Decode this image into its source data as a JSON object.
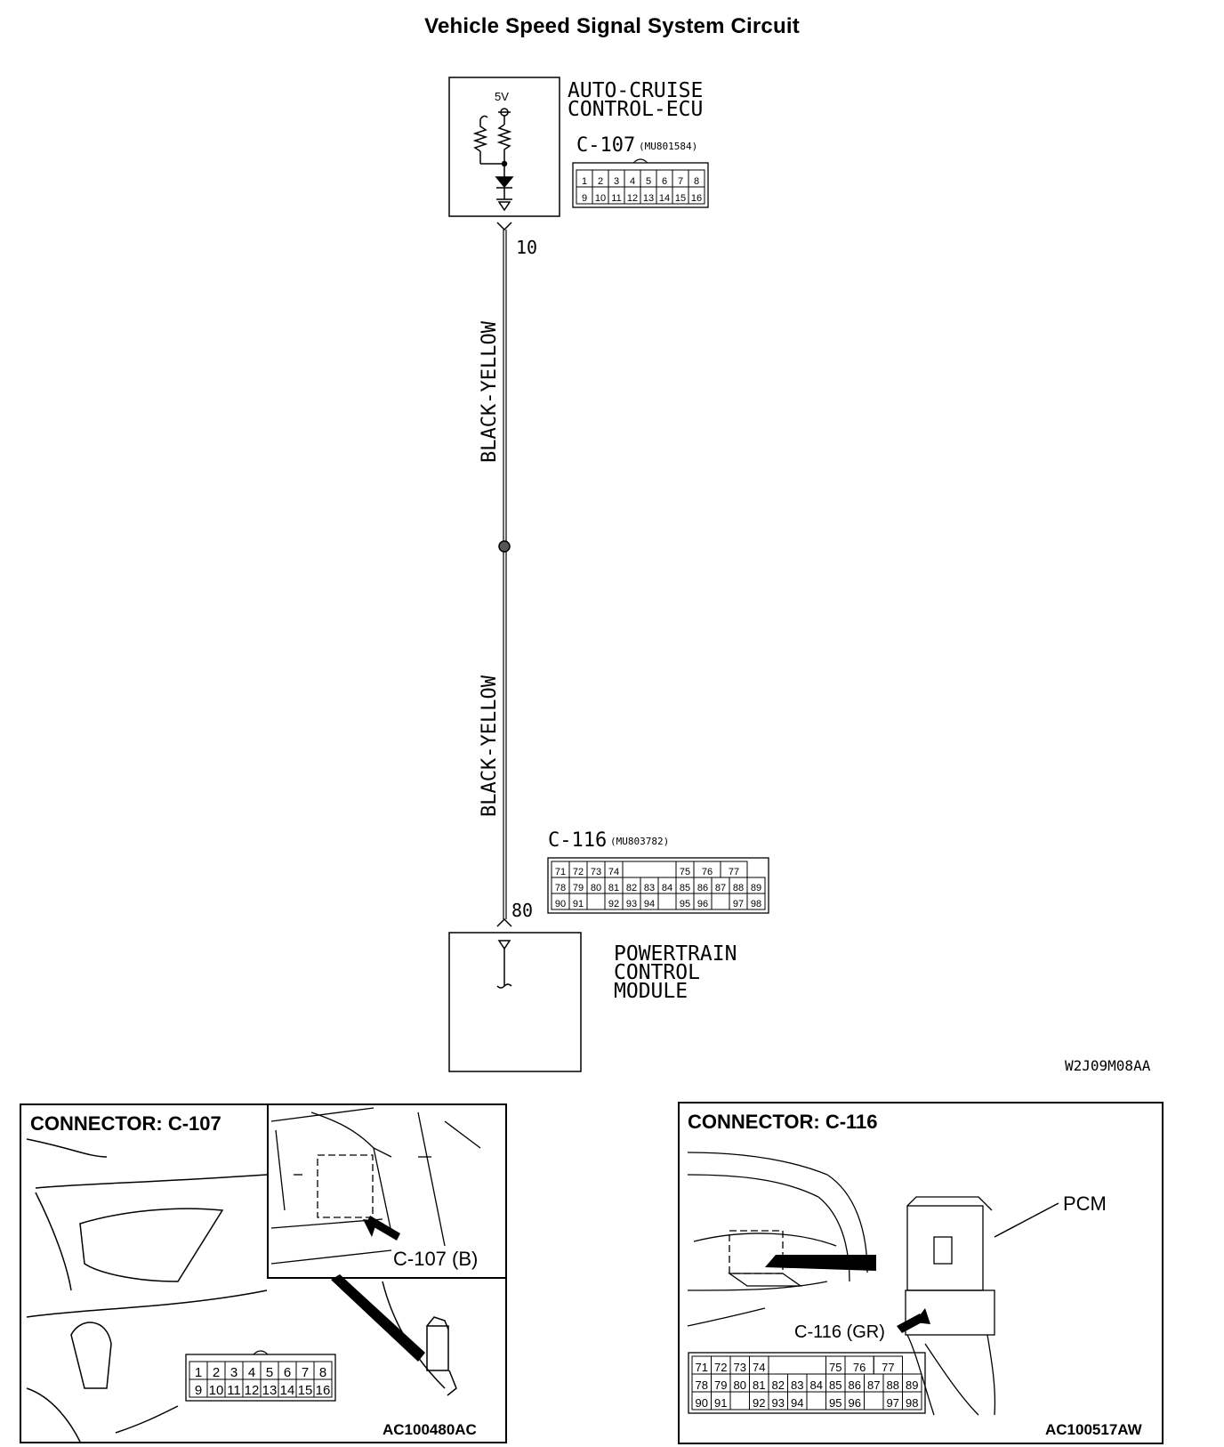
{
  "title": "Vehicle Speed Signal System Circuit",
  "ecu": {
    "name_line1": "AUTO-CRUISE",
    "name_line2": "CONTROL-ECU",
    "voltage": "5V",
    "connector": "C-107",
    "part_no": "(MU801584)",
    "pins_row1": [
      "1",
      "2",
      "3",
      "4",
      "5",
      "6",
      "7",
      "8"
    ],
    "pins_row2": [
      "9",
      "10",
      "11",
      "12",
      "13",
      "14",
      "15",
      "16"
    ],
    "terminal": "10"
  },
  "wire": {
    "color_upper": "BLACK-YELLOW",
    "color_lower": "BLACK-YELLOW"
  },
  "pcm": {
    "name_line1": "POWERTRAIN",
    "name_line2": "CONTROL",
    "name_line3": "MODULE",
    "connector": "C-116",
    "part_no": "(MU803782)",
    "terminal": "80",
    "pins_row1": [
      "71",
      "72",
      "73",
      "74",
      "",
      "75",
      "76",
      "77"
    ],
    "pins_row2": [
      "78",
      "79",
      "80",
      "81",
      "82",
      "83",
      "84",
      "85",
      "86",
      "87",
      "88",
      "89"
    ],
    "pins_row3": [
      "90",
      "91",
      "",
      "92",
      "93",
      "94",
      "",
      "95",
      "96",
      "",
      "97",
      "98"
    ]
  },
  "diagram_code": "W2J09M08AA",
  "panel_c107": {
    "title": "CONNECTOR: C-107",
    "callout": "C-107 (B)",
    "code": "AC100480AC",
    "pins_row1": [
      "1",
      "2",
      "3",
      "4",
      "5",
      "6",
      "7",
      "8"
    ],
    "pins_row2": [
      "9",
      "10",
      "11",
      "12",
      "13",
      "14",
      "15",
      "16"
    ]
  },
  "panel_c116": {
    "title": "CONNECTOR: C-116",
    "pcm_label": "PCM",
    "callout": "C-116 (GR)",
    "code": "AC100517AW",
    "pins_row1": [
      "71",
      "72",
      "73",
      "74",
      "",
      "75",
      "76",
      "77"
    ],
    "pins_row2": [
      "78",
      "79",
      "80",
      "81",
      "82",
      "83",
      "84",
      "85",
      "86",
      "87",
      "88",
      "89"
    ],
    "pins_row3": [
      "90",
      "91",
      "",
      "92",
      "93",
      "94",
      "",
      "95",
      "96",
      "",
      "97",
      "98"
    ]
  }
}
